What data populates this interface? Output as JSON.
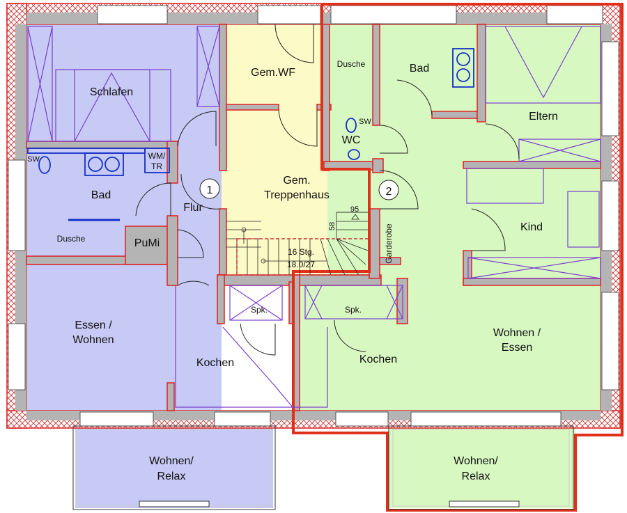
{
  "plan": {
    "units": [
      {
        "number": "1",
        "color": "#c6caf4"
      },
      {
        "number": "2",
        "color": "#d8f8c2"
      }
    ],
    "shared_color": "#fcfac6",
    "outline_color": "#e0301a",
    "rooms": {
      "schlafen": "Schlafen",
      "bad1": "Bad",
      "dusche1": "Dusche",
      "pumi": "PuMi",
      "flur": "Flur",
      "essen_wohnen_1": "Essen /",
      "essen_wohnen_2": "Wohnen",
      "kochen1": "Kochen",
      "spk1": "Spk.",
      "gem_wf": "Gem.WF",
      "treppenhaus_1": "Gem.",
      "treppenhaus_2": "Treppenhaus",
      "dusche2": "Dusche",
      "bad2": "Bad",
      "wc": "WC",
      "eltern": "Eltern",
      "kind": "Kind",
      "garderobe": "Garderobe",
      "wohnen_essen_1": "Wohnen /",
      "wohnen_essen_2": "Essen",
      "spk2": "Spk.",
      "kochen2": "Kochen",
      "relax1_1": "Wohnen/",
      "relax1_2": "Relax",
      "relax2_1": "Wohnen/",
      "relax2_2": "Relax"
    },
    "fixtures": {
      "wm_tr_1": "WM/",
      "wm_tr_2": "TR",
      "sw1": "SW",
      "sw2": "SW"
    },
    "stairs": {
      "steps": "16 Stg.",
      "ratio": "18.0/27",
      "width_dim": "95",
      "depth_dim": "58"
    }
  }
}
